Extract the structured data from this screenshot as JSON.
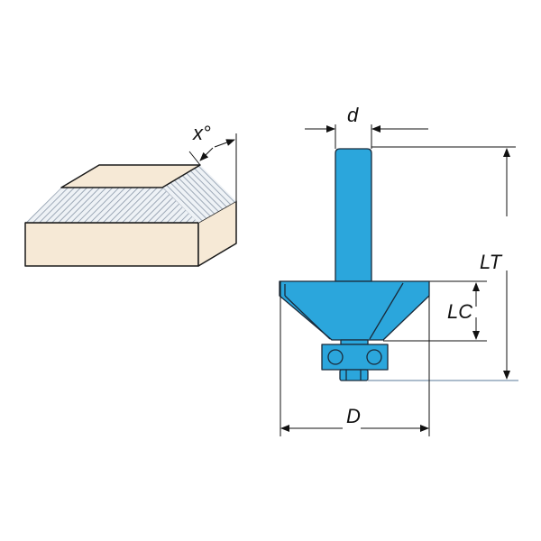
{
  "labels": {
    "angle": "x°",
    "shank_diameter": "d",
    "total_length": "LT",
    "cutting_length": "LC",
    "cutter_diameter": "D"
  },
  "colors": {
    "cutter": "#2ba6dc",
    "wood": "#f6e9d6",
    "outline": "#1a1a1a"
  }
}
